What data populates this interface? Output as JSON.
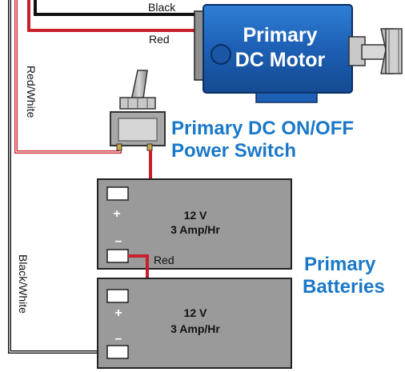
{
  "wires": {
    "black": "Black",
    "red": "Red",
    "red_white": "Red/White",
    "batt_red": "Red",
    "black_white": "Black/White"
  },
  "motor": {
    "line1": "Primary",
    "line2": "DC Motor",
    "body_color": "#1d5fb4"
  },
  "switch_label": {
    "line1": "Primary DC ON/OFF",
    "line2": "Power Switch"
  },
  "batteries_label": {
    "line1": "Primary",
    "line2": "Batteries"
  },
  "battery_top": {
    "voltage": "12 V",
    "capacity": "3 Amp/Hr",
    "plus": "+",
    "minus": "–"
  },
  "battery_bottom": {
    "voltage": "12 V",
    "capacity": "3 Amp/Hr",
    "plus": "+",
    "minus": "–"
  },
  "colors": {
    "label_blue": "#1a78c8",
    "wire_red": "#c8202a",
    "wire_black": "#111111",
    "battery_gray": "#9a9a9a"
  }
}
